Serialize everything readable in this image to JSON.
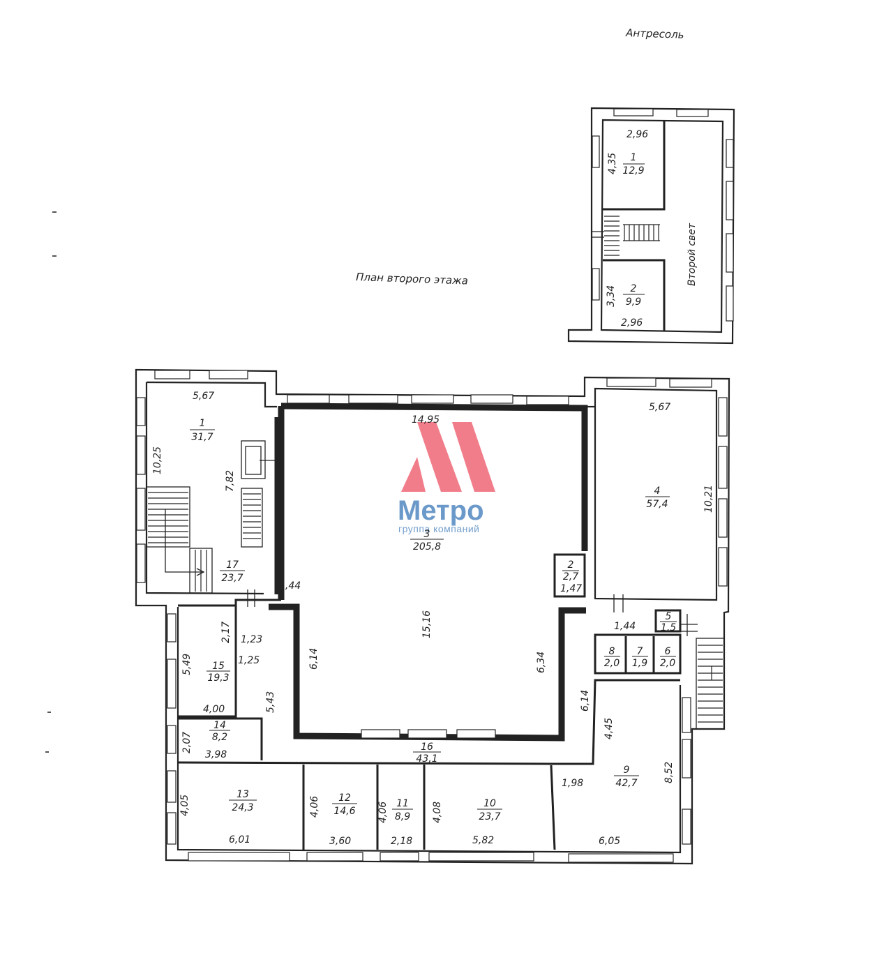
{
  "titles": {
    "mezzanine": "Антресоль",
    "second_floor": "План второго этажа"
  },
  "mezzanine": {
    "double_height": "Второй свет",
    "room1": {
      "num": "1",
      "area": "12,9",
      "width": "2,96",
      "depth": "4,35"
    },
    "room2": {
      "num": "2",
      "area": "9,9",
      "width": "2,96",
      "depth": "3,34"
    }
  },
  "rooms": {
    "r1": {
      "num": "1",
      "area": "31,7"
    },
    "r2": {
      "num": "2",
      "area": "2,7"
    },
    "r3": {
      "num": "3",
      "area": "205,8"
    },
    "r4": {
      "num": "4",
      "area": "57,4"
    },
    "r5": {
      "num": "5",
      "area": "1,5"
    },
    "r6": {
      "num": "6",
      "area": "2,0"
    },
    "r7": {
      "num": "7",
      "area": "1,9"
    },
    "r8": {
      "num": "8",
      "area": "2,0"
    },
    "r9": {
      "num": "9",
      "area": "42,7"
    },
    "r10": {
      "num": "10",
      "area": "23,7"
    },
    "r11": {
      "num": "11",
      "area": "8,9"
    },
    "r12": {
      "num": "12",
      "area": "14,6"
    },
    "r13": {
      "num": "13",
      "area": "24,3"
    },
    "r14": {
      "num": "14",
      "area": "8,2"
    },
    "r15": {
      "num": "15",
      "area": "19,3"
    },
    "r16": {
      "num": "16",
      "area": "43,1"
    },
    "r17": {
      "num": "17",
      "area": "23,7"
    }
  },
  "dims": {
    "r1_w": "5,67",
    "r1_h": "10,25",
    "r1_stair": "7,82",
    "r3_w": "14,95",
    "r3_h": "15,16",
    "r3_left": "6,14",
    "r3_right": "6,34",
    "r4_w": "5,67",
    "r4_h": "10,21",
    "r2_d": "1,47",
    "corr_left": "1,44",
    "corr_right": "1,44",
    "r15_h": "5,49",
    "r15_w": "4,00",
    "r15_a": "2,17",
    "r15_b": "1,23",
    "r15_c": "1,25",
    "r15_d": "5,43",
    "r14_h": "2,07",
    "r14_w": "3,98",
    "r13_h": "4,05",
    "r13_w": "6,01",
    "r12_h": "4,06",
    "r12_w": "3,60",
    "r11_h": "4,06",
    "r11_w": "2,18",
    "r10_h": "4,08",
    "r10_w": "5,82",
    "r9_a": "6,14",
    "r9_b": "4,45",
    "r9_c": "8,52",
    "r9_d": "1,98",
    "r9_w": "6,05"
  },
  "watermark": {
    "name": "Метро",
    "tagline": "группа компаний",
    "colors": {
      "mark": "#ef6f7e",
      "text": "#5b8fc4"
    }
  }
}
